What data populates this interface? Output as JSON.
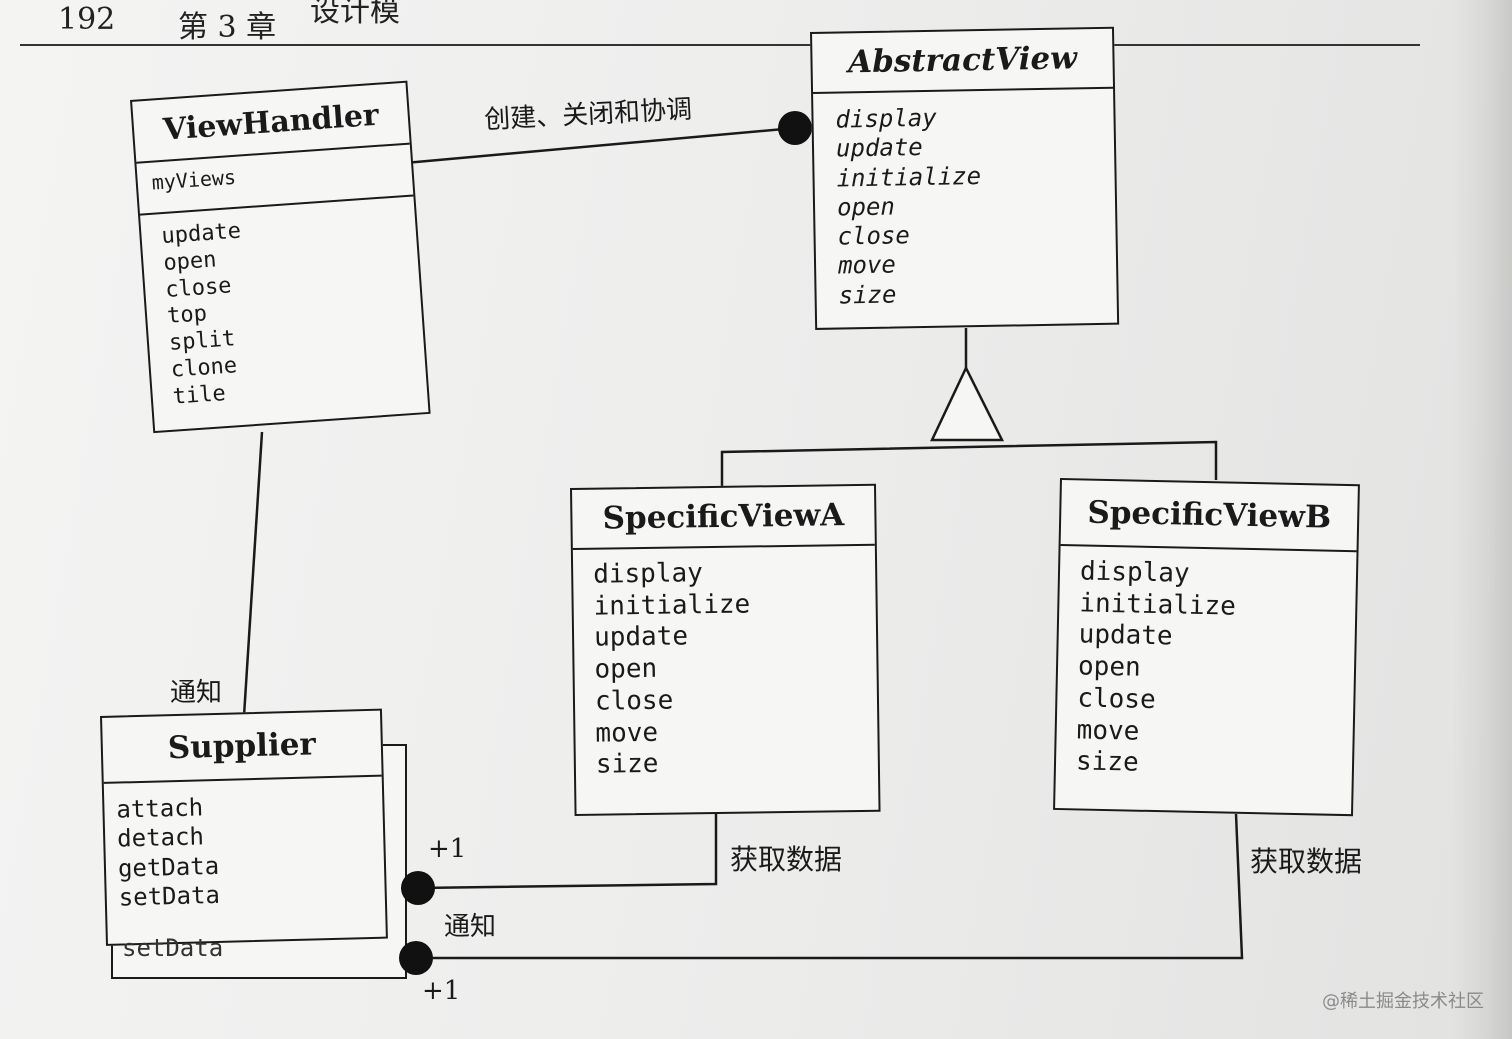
{
  "page_header": {
    "page_number": "192",
    "chapter": "第 3 章",
    "section_fragment": "设计模"
  },
  "classes": {
    "view_handler": {
      "name": "ViewHandler",
      "attributes": [
        "myViews"
      ],
      "operations": [
        "update",
        "open",
        "close",
        "top",
        "split",
        "clone",
        "tile"
      ]
    },
    "abstract_view": {
      "name": "AbstractView",
      "operations": [
        "display",
        "update",
        "initialize",
        "open",
        "close",
        "move",
        "size"
      ]
    },
    "specific_view_a": {
      "name": "SpecificViewA",
      "operations": [
        "display",
        "initialize",
        "update",
        "open",
        "close",
        "move",
        "size"
      ]
    },
    "specific_view_b": {
      "name": "SpecificViewB",
      "operations": [
        "display",
        "initialize",
        "update",
        "open",
        "close",
        "move",
        "size"
      ]
    },
    "supplier": {
      "name": "Supplier",
      "operations": [
        "attach",
        "detach",
        "getData",
        "setData"
      ],
      "shadow_operation": "setData"
    }
  },
  "relationships": {
    "handler_to_view_label": "创建、关闭和协调",
    "supplier_notify_label": "通知",
    "supplier_notify_views_label": "通知",
    "view_a_get_data_label": "获取数据",
    "view_b_get_data_label": "获取数据",
    "multiplicity_a": "+1",
    "multiplicity_b": "+1"
  },
  "watermark": "@稀土掘金技术社区"
}
